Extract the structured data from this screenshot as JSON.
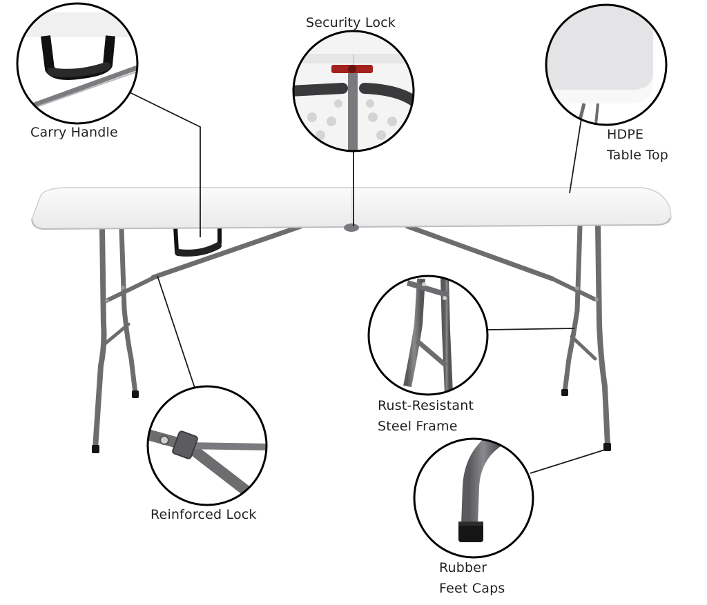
{
  "callouts": {
    "carry_handle": "Carry Handle",
    "security_lock": "Security Lock",
    "table_top": [
      "HDPE",
      "Table Top"
    ],
    "reinforced_lock": "Reinforced Lock",
    "steel_frame": [
      "Rust-Resistant",
      "Steel Frame"
    ],
    "feet_caps": [
      "Rubber",
      "Feet Caps"
    ]
  },
  "colors": {
    "table_top": "#f7f7f7",
    "frame": "#6d6d70",
    "rubber": "#151515",
    "lock_red": "#a3211c",
    "handle": "#121212"
  }
}
